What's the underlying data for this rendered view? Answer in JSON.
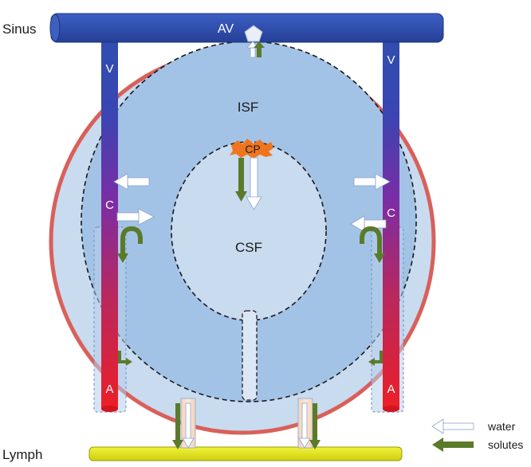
{
  "labels": {
    "sinus": "Sinus",
    "av": "AV",
    "isf": "ISF",
    "cp": "CP",
    "csf": "CSF",
    "lymph": "Lymph",
    "v_left": "V",
    "v_right": "V",
    "c_left": "C",
    "c_right": "C",
    "a_left": "A",
    "a_right": "A"
  },
  "legend": {
    "water": "water",
    "solutes": "solutes"
  },
  "colors": {
    "outer_ring": "#d9605a",
    "outer_fill": "#c9dbef",
    "isf_fill": "#a3c3e6",
    "csf_fill": "#c9dbef",
    "vein_blue": "#2e4eab",
    "artery_red": "#e8232c",
    "capillary_purple": "#8a2aa0",
    "lymph_yellow": "#e6e61c",
    "cp_orange": "#f0761e",
    "solute_green": "#5b7a2a",
    "water_outline": "#8aa3cf"
  }
}
